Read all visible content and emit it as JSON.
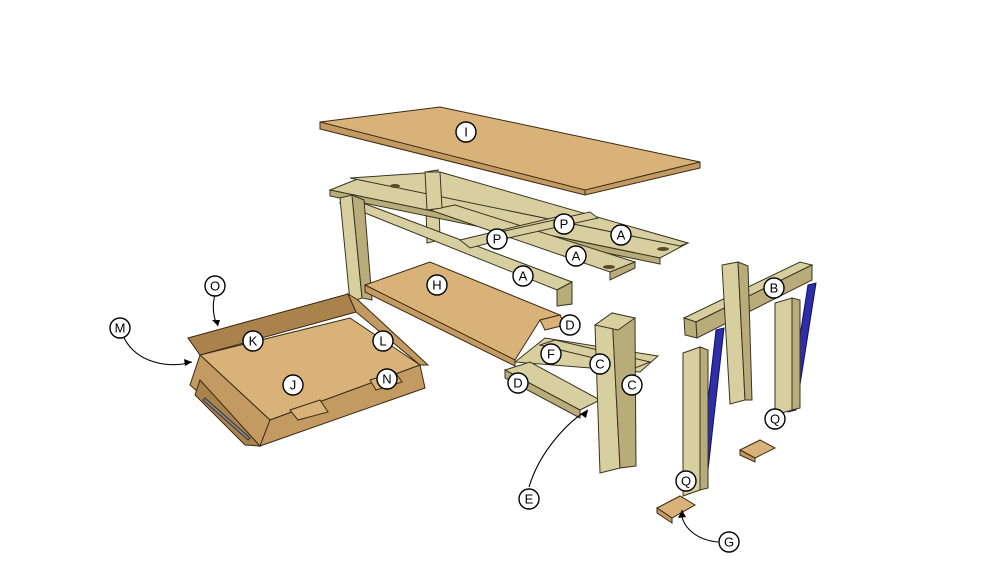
{
  "callouts": {
    "I": "I",
    "P1": "P",
    "P2": "P",
    "A1": "A",
    "A2": "A",
    "A3": "A",
    "H": "H",
    "D1": "D",
    "D2": "D",
    "F": "F",
    "C1": "C",
    "C2": "C",
    "B": "B",
    "E": "E",
    "G": "G",
    "Q1": "Q",
    "Q2": "Q",
    "O": "O",
    "M": "M",
    "K": "K",
    "L": "L",
    "J": "J",
    "N": "N"
  },
  "colors": {
    "panel": "#d9b27a",
    "frame": "#d8cfa0",
    "blue_strip": "#2e2fa8"
  }
}
